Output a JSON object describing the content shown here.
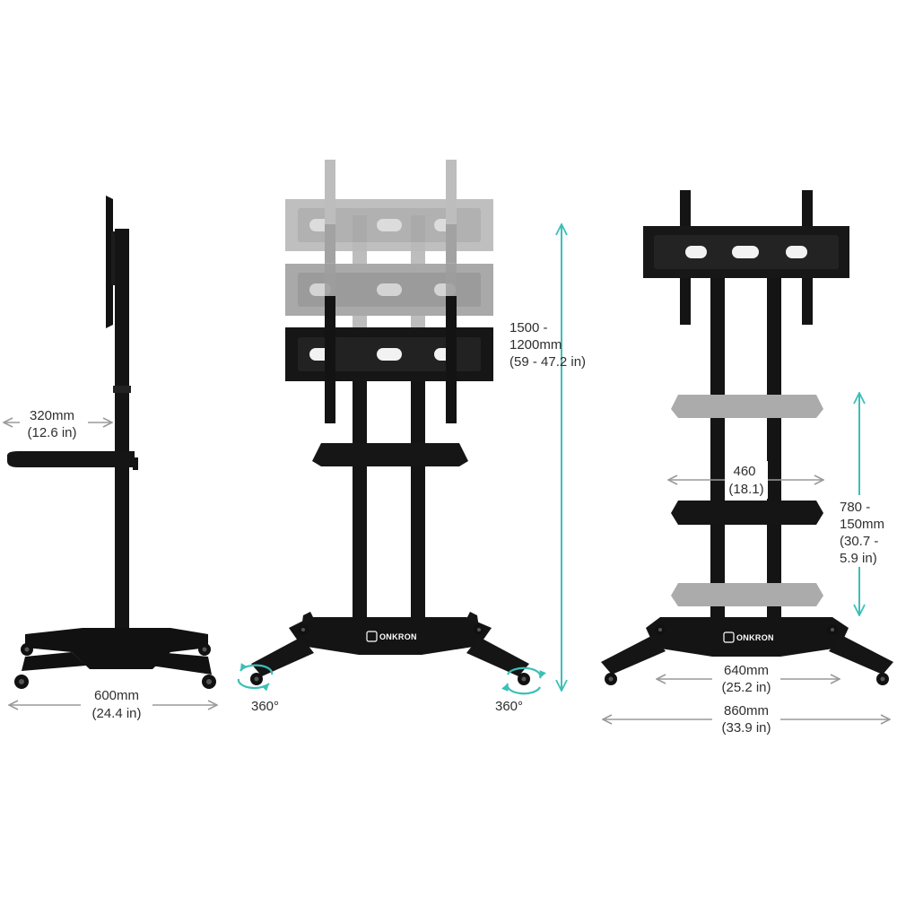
{
  "brand": "ONKRON",
  "colors": {
    "frame": "#121212",
    "ghost": "#a7a7a7",
    "ghost_light": "#bdbdbd",
    "arrow_gray": "#9a9a9a",
    "arrow_teal": "#3bbfb8",
    "text": "#2f2f2f"
  },
  "side_view": {
    "shelf_depth": {
      "line1": "320mm",
      "line2": "(12.6 in)"
    },
    "base_depth": {
      "line1": "600mm",
      "line2": "(24.4 in)"
    }
  },
  "front_view": {
    "height_range": {
      "line1": "1500 -",
      "line2": "1200mm",
      "line3": "(59 - 47.2 in)"
    },
    "swivel_left": "360°",
    "swivel_right": "360°"
  },
  "back_view": {
    "shelf_width": {
      "line1": "460",
      "line2": "(18.1)"
    },
    "shelf_height": {
      "line1": "780 -",
      "line2": "150mm",
      "line3": "(30.7 -",
      "line4": "5.9 in)"
    },
    "wheel_span_inner": {
      "line1": "640mm",
      "line2": "(25.2 in)"
    },
    "wheel_span_outer": {
      "line1": "860mm",
      "line2": "(33.9 in)"
    }
  }
}
